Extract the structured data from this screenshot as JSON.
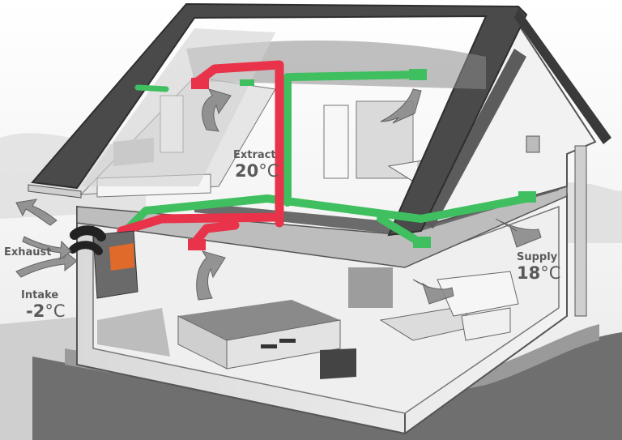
{
  "labels": {
    "extract": {
      "title": "Extract",
      "value": "20",
      "unit": "°C"
    },
    "supply": {
      "title": "Supply",
      "value": "18",
      "unit": "°C"
    },
    "intake": {
      "title": "Intake",
      "value": "-2",
      "unit": "°C"
    },
    "exhaust": {
      "title": "Exhaust"
    }
  },
  "colors": {
    "extract_duct": "#e8334a",
    "supply_duct": "#3fbf5f",
    "unit_accent": "#e06a2a",
    "arrow": "#8a8a8a",
    "roof": "#4a4a4a"
  },
  "icons": [
    "airflow-arrow-icon",
    "mvhr-unit-icon"
  ]
}
